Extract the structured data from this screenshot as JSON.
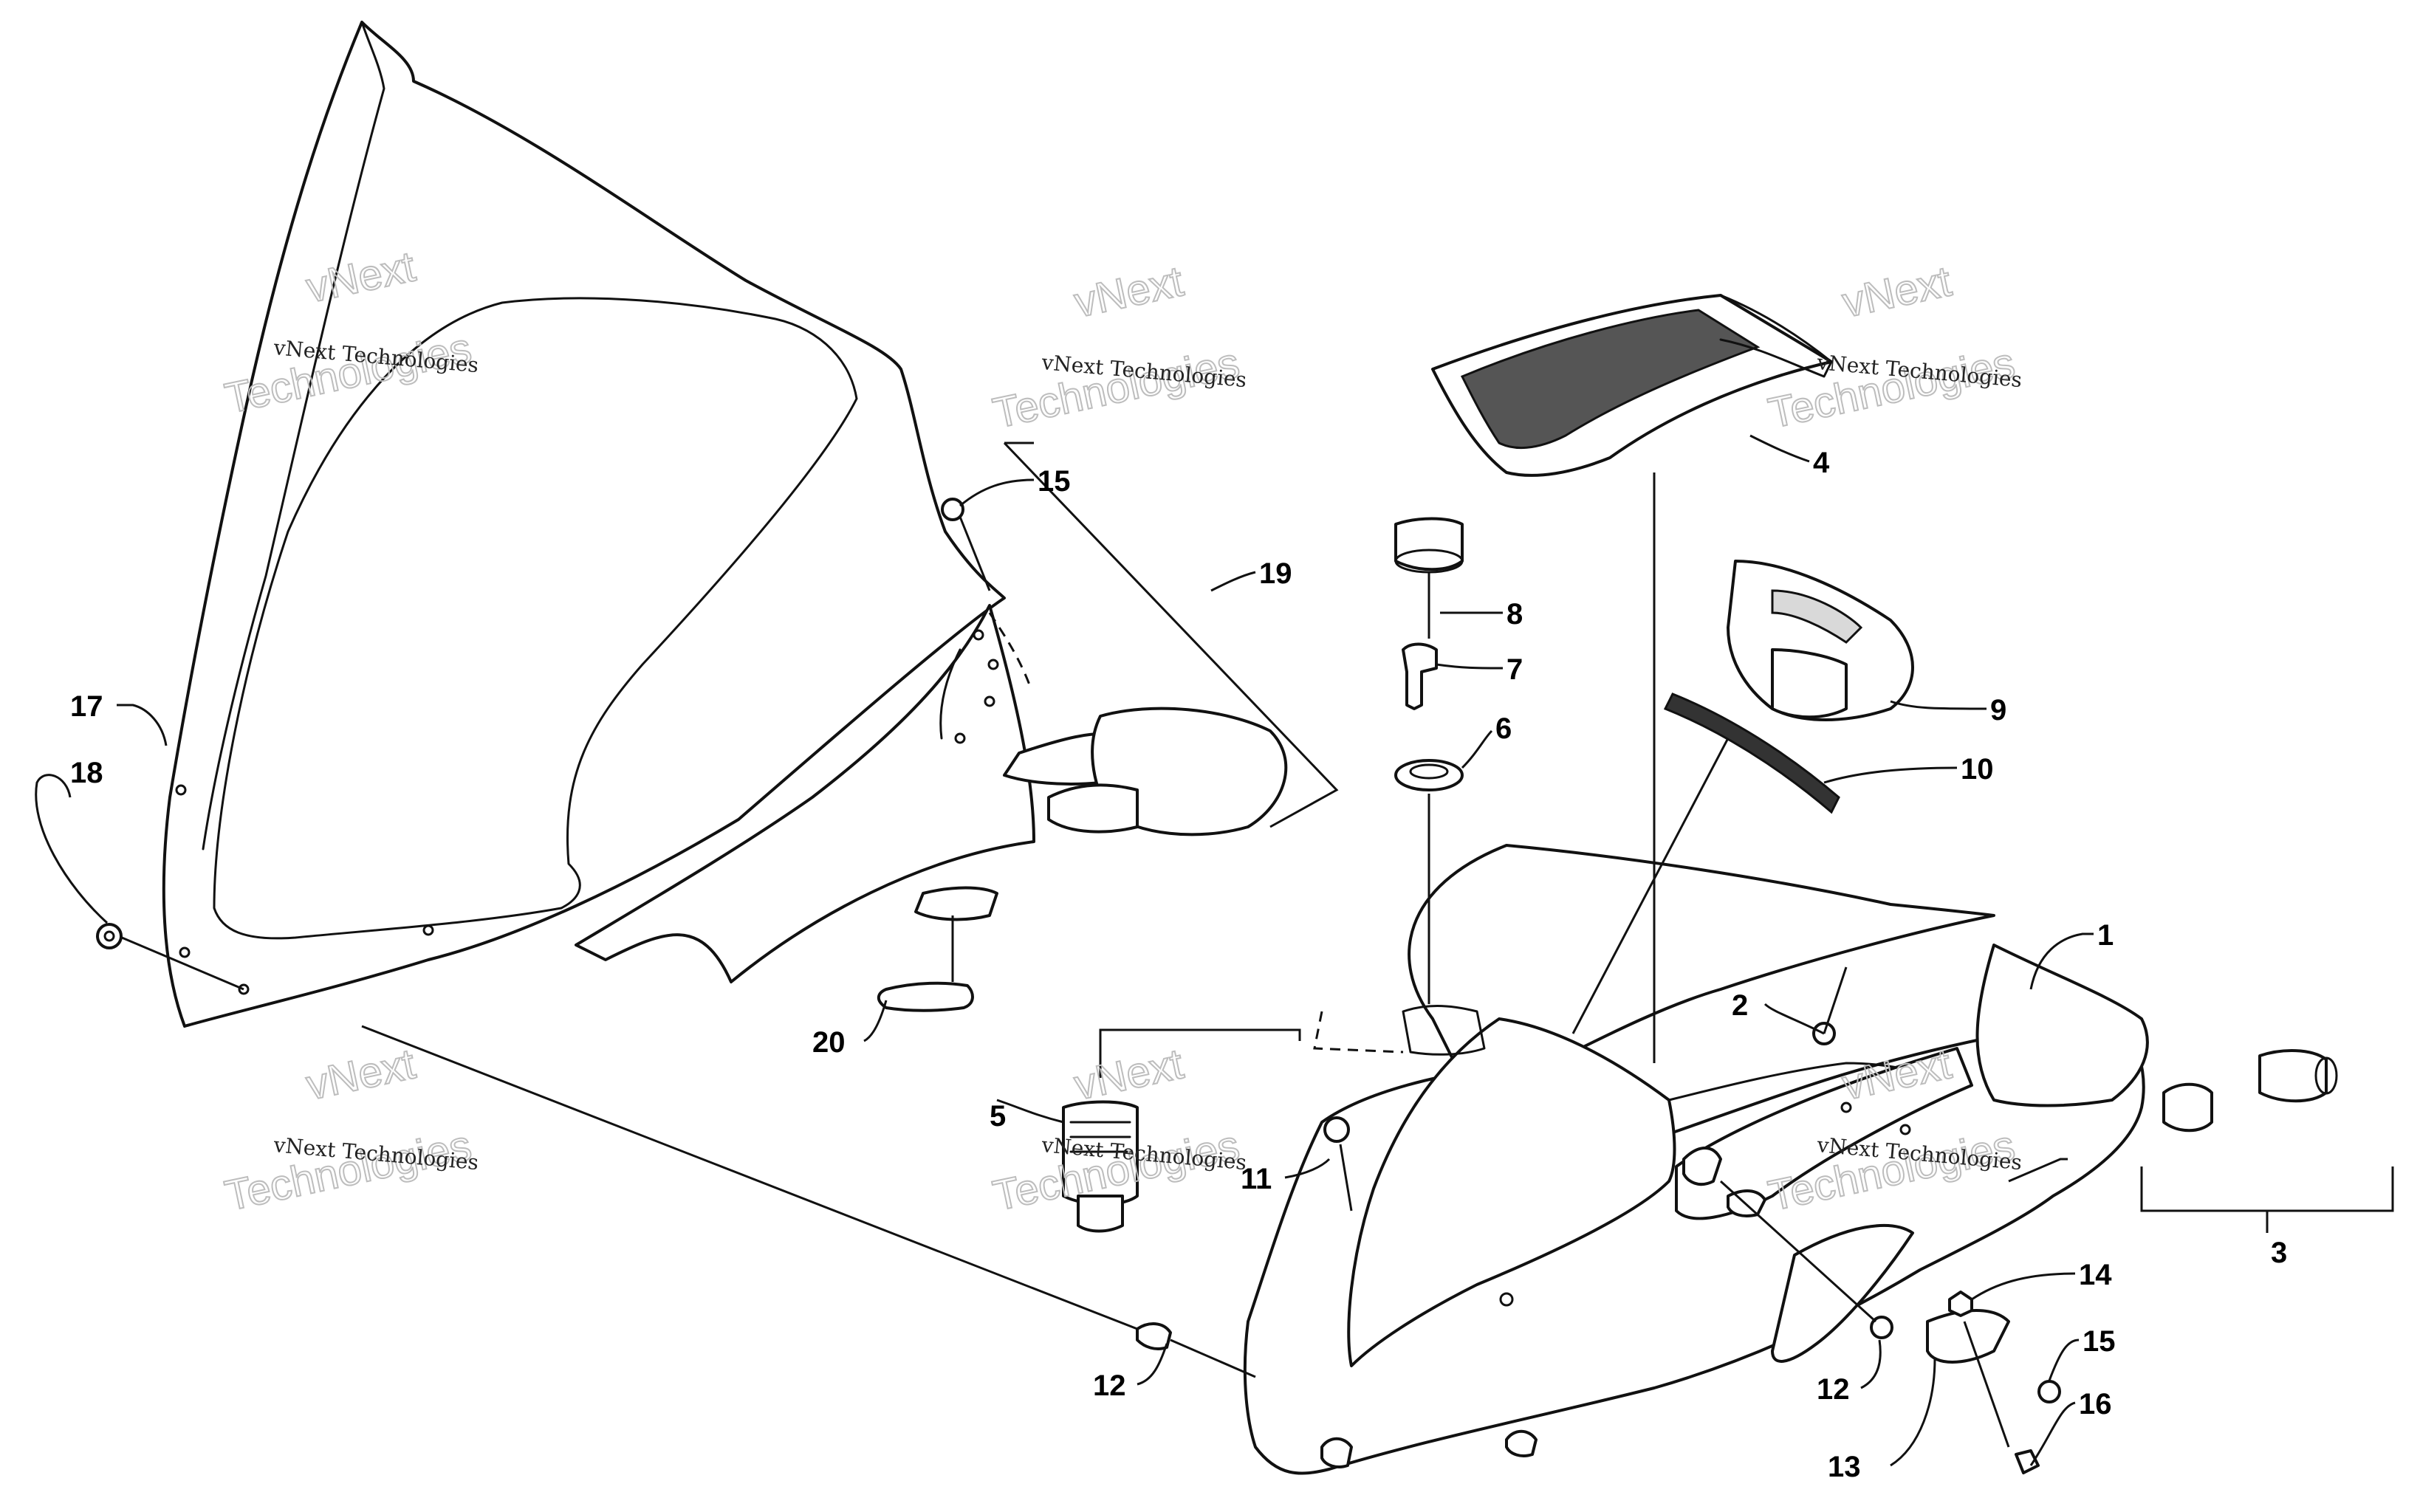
{
  "watermark": {
    "company": "vNext Technologies",
    "stamp_line1": "vNext",
    "stamp_line2": "Technologies"
  },
  "callouts": {
    "c1": "1",
    "c2": "2",
    "c3": "3",
    "c4": "4",
    "c5": "5",
    "c6": "6",
    "c7": "7",
    "c8": "8",
    "c9": "9",
    "c10": "10",
    "c11": "11",
    "c12a": "12",
    "c12b": "12",
    "c13": "13",
    "c14": "14",
    "c15a": "15",
    "c15b": "15",
    "c16": "16",
    "c17": "17",
    "c18": "18",
    "c19": "19",
    "c20": "20"
  },
  "colors": {
    "line": "#111111",
    "background": "#ffffff",
    "watermark": "#bdbdbd"
  }
}
